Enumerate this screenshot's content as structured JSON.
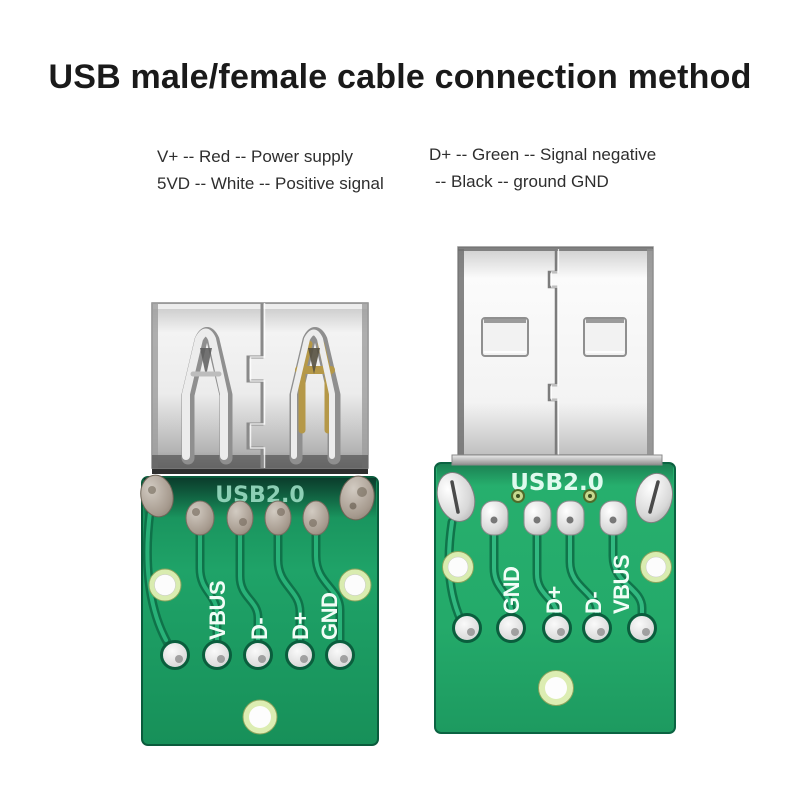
{
  "title": "USB male/female cable connection method",
  "legend": {
    "left_lines": [
      "V+ -- Red -- Power supply",
      "5VD -- White -- Positive signal"
    ],
    "right_lines": [
      "D+ -- Green -- Signal negative",
      "-- Black -- ground GND"
    ]
  },
  "left_board": {
    "connector": "USB-A female socket",
    "type_label": "USB2.0",
    "pins": [
      "VBUS",
      "D-",
      "D+",
      "GND"
    ]
  },
  "right_board": {
    "connector": "USB-A male plug",
    "type_label": "USB2.0",
    "pins": [
      "GND",
      "D+",
      "D-",
      "VBUS"
    ]
  },
  "colors": {
    "background": "#ffffff",
    "title_text": "#1a1a1a",
    "legend_text": "#2e2e2e",
    "pcb_green_left": "#1d9e66",
    "pcb_green_right": "#25ad6c",
    "pcb_edge": "#0a5b3c",
    "silkscreen_left": "#9adcc2",
    "silkscreen_right": "#dffaee",
    "pin_label": "#f1fdf7",
    "metal_silver": "#e9e9e9",
    "brass_accent": "#b59848",
    "solder_dull": "#968b80",
    "hole_ring": "#d9ecb0"
  }
}
